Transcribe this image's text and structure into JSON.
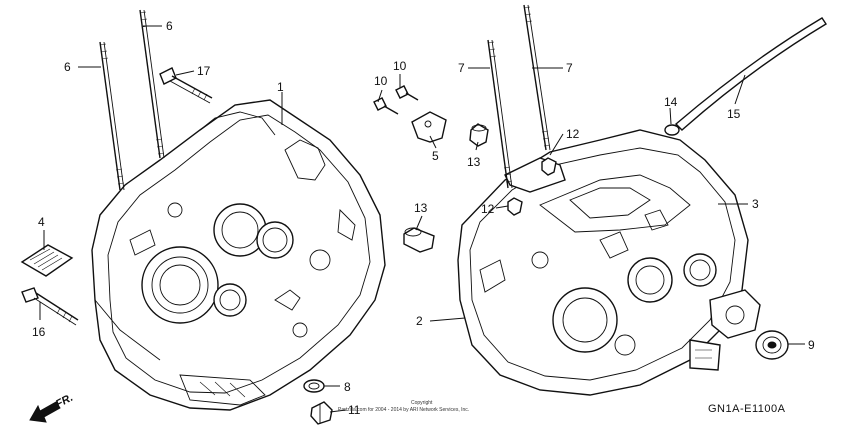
{
  "diagram": {
    "callouts": [
      "1",
      "2",
      "3",
      "4",
      "5",
      "6",
      "6",
      "7",
      "7",
      "8",
      "9",
      "10",
      "10",
      "11",
      "12",
      "12",
      "13",
      "13",
      "14",
      "15",
      "16",
      "17"
    ],
    "diagram_code": "GN1A-E1100A",
    "front_label": "FR.",
    "copyright_line1": "Copyright",
    "copyright_line2": "Partzilla.com for 2004 - 2014 by ARI Network Services, Inc."
  }
}
